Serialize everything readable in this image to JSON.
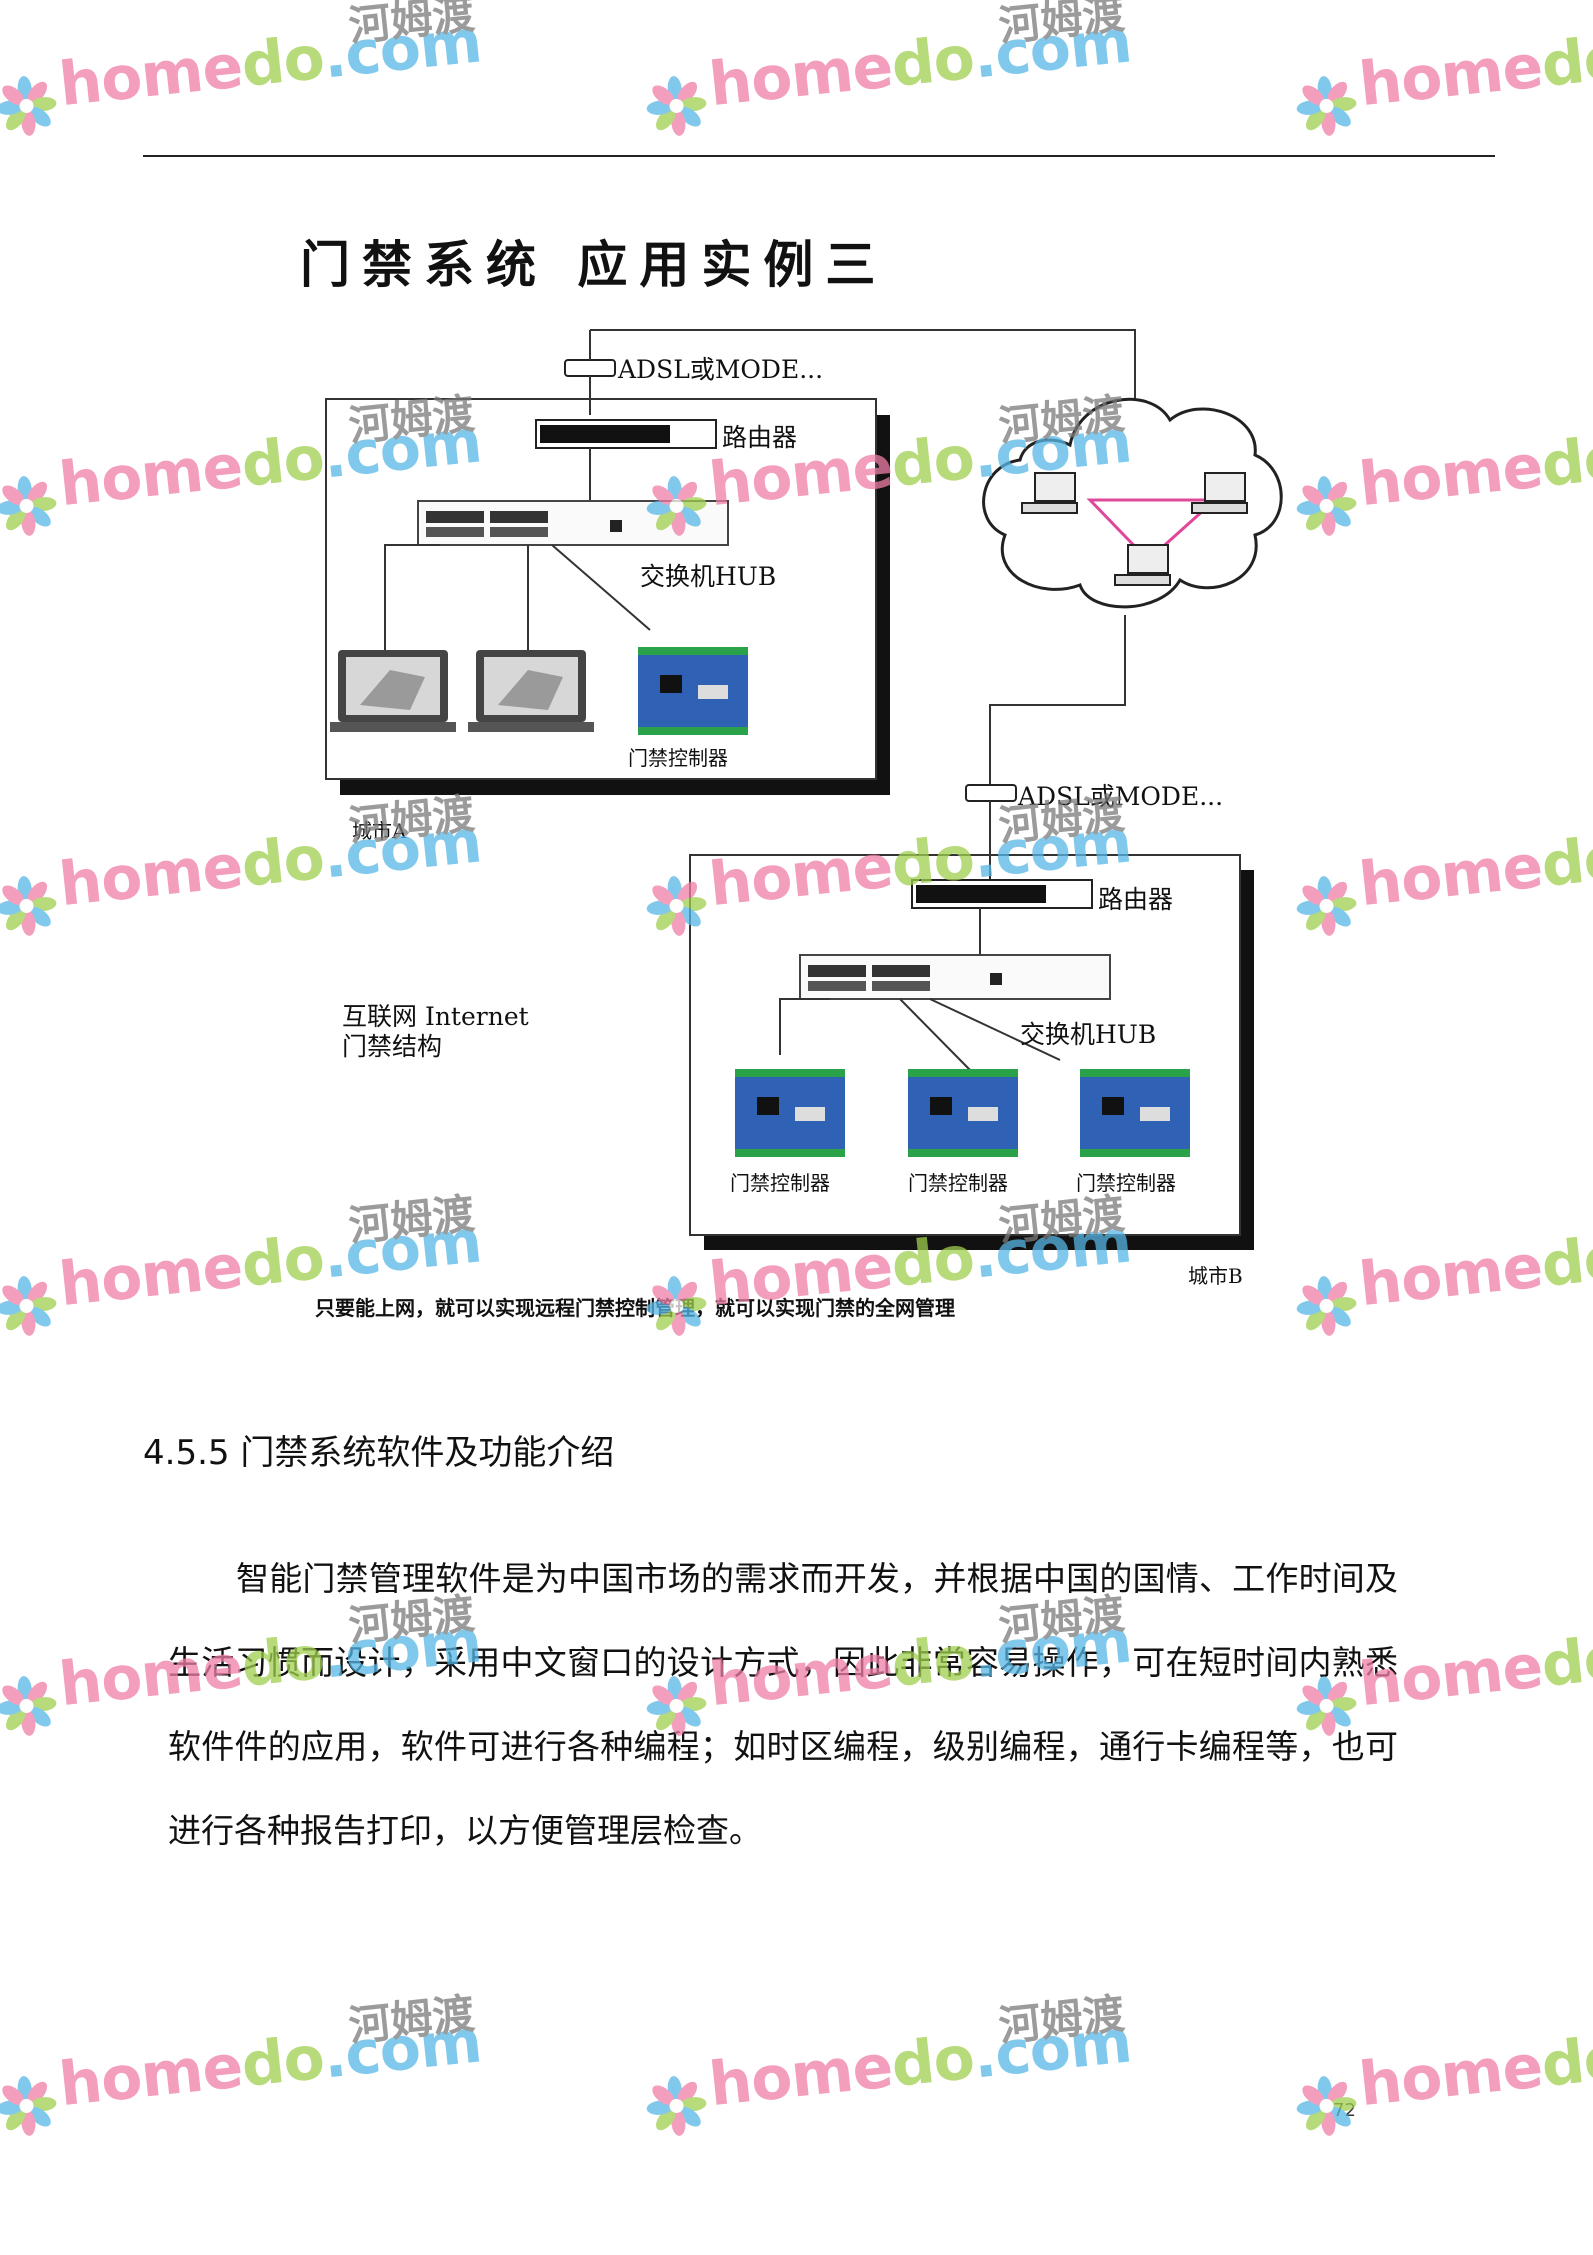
{
  "watermark": {
    "brand_a": "home",
    "brand_b": "do",
    "brand_c": ".com",
    "cn": "河姆渡"
  },
  "diagram": {
    "title": "门禁系统 应用实例三",
    "top_modem": "ADSL或MODE...",
    "top_router": "路由器",
    "top_switch": "交换机HUB",
    "top_controller": "门禁控制器",
    "city_a": "城市A",
    "bottom_modem": "ADSL或MODE...",
    "bottom_router": "路由器",
    "bottom_switch": "交换机HUB",
    "bottom_controllers": [
      "门禁控制器",
      "门禁控制器",
      "门禁控制器"
    ],
    "internet_line1": "互联网 Internet",
    "internet_line2": "门禁结构",
    "city_b": "城市B",
    "caption": "只要能上网，就可以实现远程门禁控制管理，就可以实现门禁的全网管理"
  },
  "section": {
    "heading": "4.5.5 门禁系统软件及功能介绍",
    "paragraph": "智能门禁管理软件是为中国市场的需求而开发，并根据中国的国情、工作时间及生活习惯而设计，采用中文窗口的设计方式，因此非常容易操作，可在短时间内熟悉软件件的应用，软件可进行各种编程；如时区编程，级别编程，通行卡编程等，也可进行各种报告打印，以方便管理层检查。"
  },
  "page_number": "72",
  "colors": {
    "pink": "#f07ea8",
    "green": "#9fcf4f",
    "blue": "#57b7e6",
    "board": "#2f62b5",
    "cloud_link": "#e0479a"
  }
}
